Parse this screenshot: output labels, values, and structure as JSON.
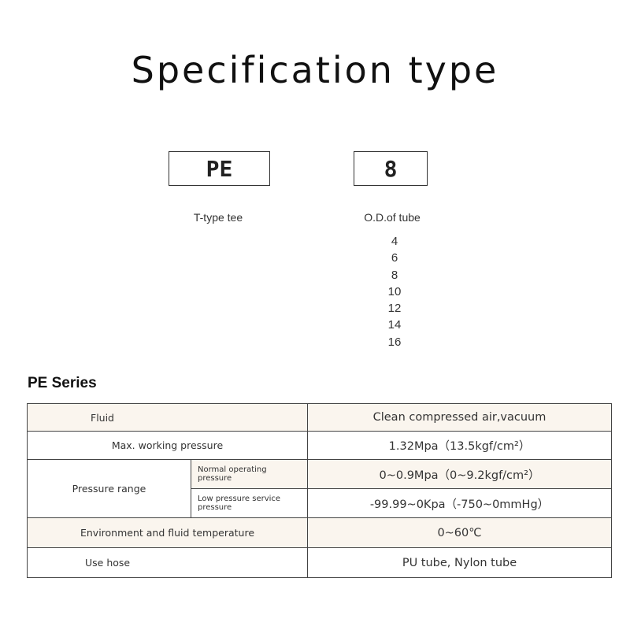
{
  "title": "Specification type",
  "code": {
    "model": {
      "code": "PE",
      "caption": "T-type tee"
    },
    "size": {
      "code": "8",
      "caption": "O.D.of tube",
      "options": [
        "4",
        "6",
        "8",
        "10",
        "12",
        "14",
        "16"
      ]
    }
  },
  "series_title": "PE Series",
  "spec_table": {
    "fluid": {
      "label": "Fluid",
      "value": "Clean compressed air,vacuum"
    },
    "max_pressure": {
      "label": "Max. working pressure",
      "value": "1.32Mpa（13.5kgf/cm²）"
    },
    "pressure_range": {
      "label": "Pressure range",
      "normal": {
        "label": "Normal operating pressure",
        "value": "0~0.9Mpa（0~9.2kgf/cm²）"
      },
      "low": {
        "label": "Low pressure service pressure",
        "value": "-99.99~0Kpa（-750~0mmHg）"
      }
    },
    "temperature": {
      "label": "Environment and fluid temperature",
      "value": "0~60℃"
    },
    "hose": {
      "label": "Use hose",
      "value": "PU tube, Nylon tube"
    }
  }
}
